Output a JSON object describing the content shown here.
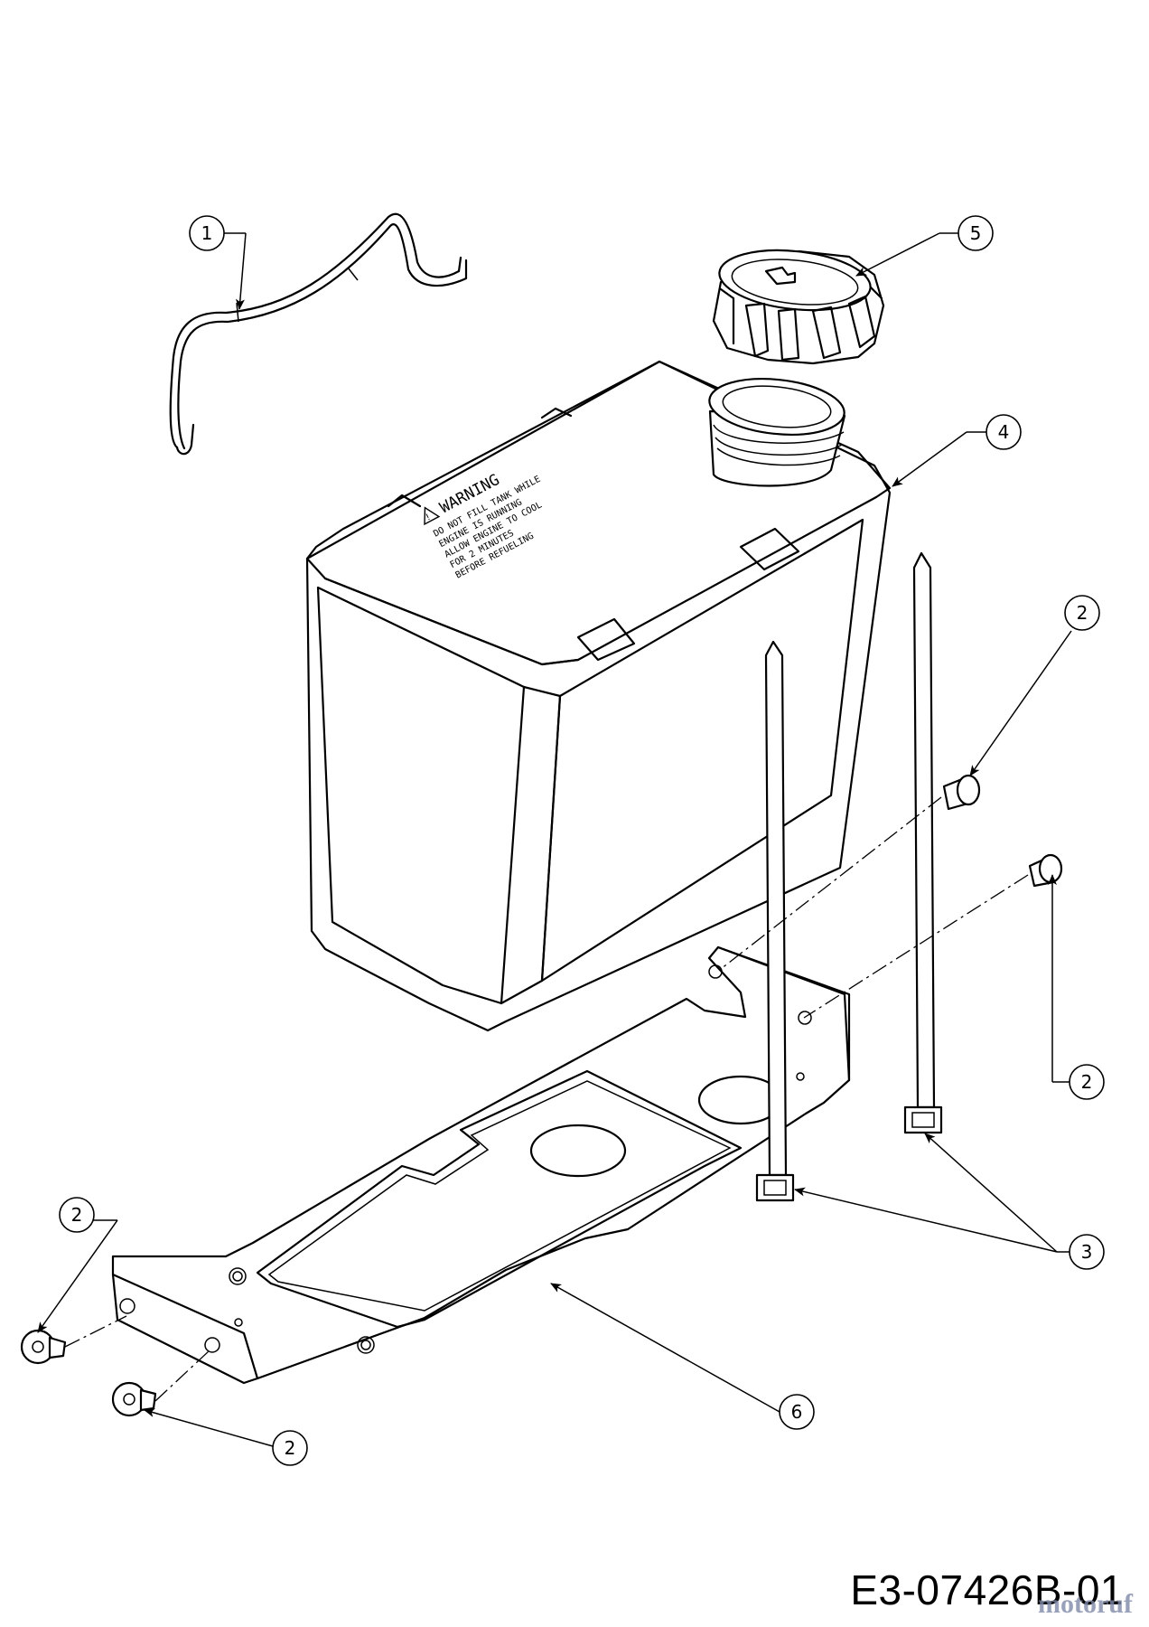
{
  "warning_label": {
    "title": "WARNING",
    "lines": [
      "DO NOT FILL TANK WHILE",
      "ENGINE IS RUNNING",
      "ALLOW ENGINE TO COOL",
      "FOR 2 MINUTES",
      "BEFORE REFUELING"
    ]
  },
  "callouts": [
    {
      "number": "1"
    },
    {
      "number": "2"
    },
    {
      "number": "2"
    },
    {
      "number": "2"
    },
    {
      "number": "2"
    },
    {
      "number": "3"
    },
    {
      "number": "4"
    },
    {
      "number": "5"
    },
    {
      "number": "6"
    }
  ],
  "drawing_code": "E3-07426B-01",
  "watermark": "motoruf"
}
